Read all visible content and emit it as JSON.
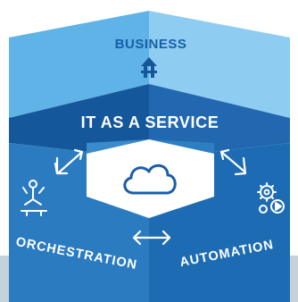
{
  "layers": {
    "top": {
      "label": "BUSINESS"
    },
    "middle": {
      "label": "IT AS A SERVICE"
    },
    "left_face": {
      "label": "ORCHESTRATION"
    },
    "right_face": {
      "label": "AUTOMATION"
    }
  },
  "icons": {
    "top": "house-up-arrow-icon",
    "center": "cloud-icon",
    "left": "person-meditating-icon",
    "right": "gears-play-icon",
    "arrows": [
      "double-arrow-left-icon",
      "double-arrow-right-icon",
      "double-arrow-bottom-icon"
    ]
  },
  "colors": {
    "background": "#ffffff",
    "bottom_band": "#c6d2da",
    "top_left": "#5fb3e6",
    "top_right": "#8ecdf1",
    "band_dark": "#15579b",
    "band_mid": "#2168b0",
    "face_left": "#2a7bc0",
    "face_right": "#1d6cb3",
    "inner_left": "#3a8bcb",
    "inner_right": "#2e7fc2",
    "center": "#ffffff",
    "accent_text": "#1a5ea8",
    "white": "#ffffff"
  }
}
